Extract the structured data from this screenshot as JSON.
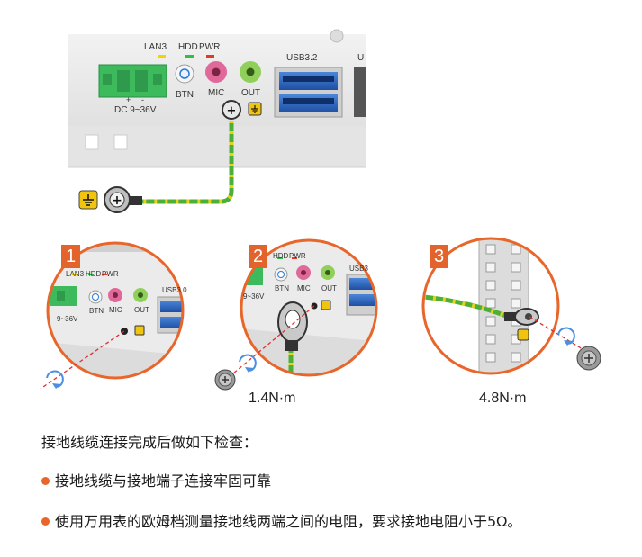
{
  "colors": {
    "accent": "#e8662a",
    "badge": "#e2632c",
    "wire_green": "#4caf37",
    "wire_yellow": "#e6d21c"
  },
  "top_panel": {
    "led_labels": [
      "LAN3",
      "HDD",
      "PWR"
    ],
    "port_labels": {
      "btn": "BTN",
      "mic": "MIC",
      "out": "OUT",
      "usb": "USB3.2",
      "usb_partial": "U",
      "dc": "DC 9~36V",
      "dc_plus": "+",
      "dc_minus": "-"
    },
    "icons": [
      "plus-screw-icon",
      "ground-icon"
    ]
  },
  "steps": [
    {
      "number": "1",
      "led_labels": [
        "LAN3",
        "HDD",
        "PWR"
      ],
      "ports": [
        "BTN",
        "MIC",
        "OUT"
      ],
      "usb": "USB3.0",
      "dc": "9~36V",
      "torque": ""
    },
    {
      "number": "2",
      "led_labels": [
        "HDD",
        "PWR"
      ],
      "ports": [
        "BTN",
        "MIC",
        "OUT"
      ],
      "usb": "USB3",
      "dc": "9~36V",
      "torque": "1.4N·m"
    },
    {
      "number": "3",
      "torque": "4.8N·m"
    }
  ],
  "text": {
    "intro": "接地线缆连接完成后做如下检查：",
    "bullets": [
      "接地线缆与接地端子连接牢固可靠",
      "使用万用表的欧姆档测量接地线两端之间的电阻，要求接地电阻小于5Ω。"
    ]
  }
}
